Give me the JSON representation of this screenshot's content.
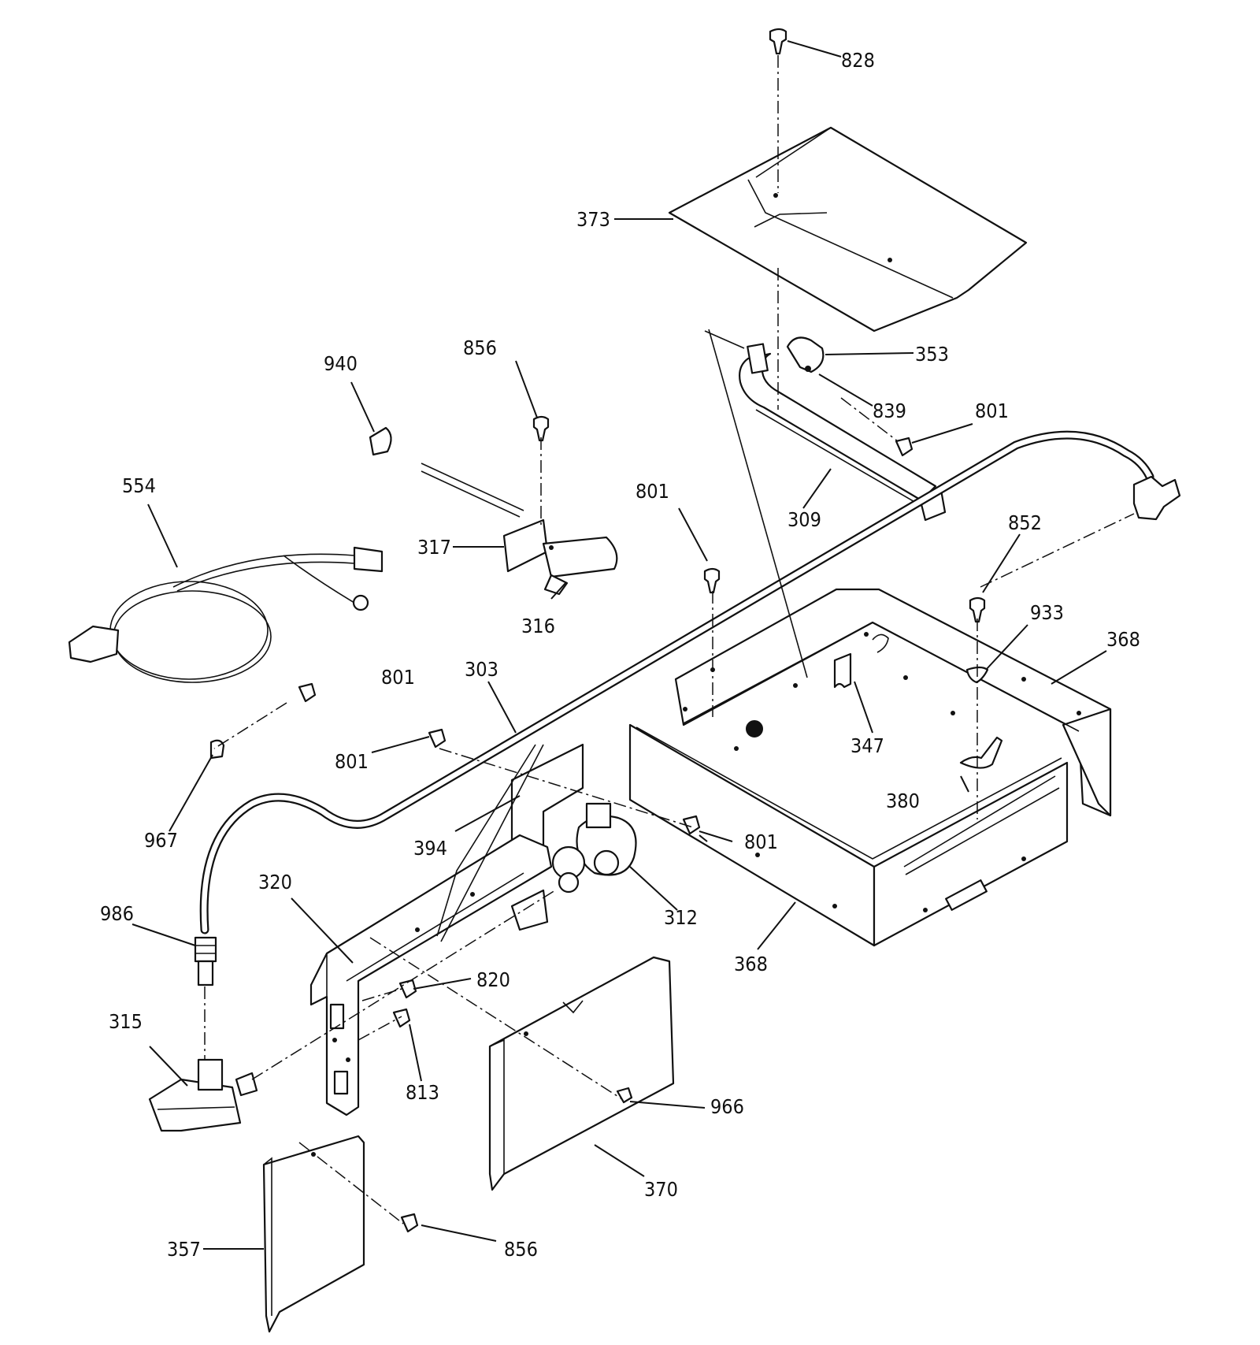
{
  "callouts": [
    {
      "id": "c828",
      "label": "828"
    },
    {
      "id": "c373",
      "label": "373"
    },
    {
      "id": "c353",
      "label": "353"
    },
    {
      "id": "c839",
      "label": "839"
    },
    {
      "id": "c801a",
      "label": "801"
    },
    {
      "id": "c309",
      "label": "309"
    },
    {
      "id": "c856a",
      "label": "856"
    },
    {
      "id": "c940",
      "label": "940"
    },
    {
      "id": "c554",
      "label": "554"
    },
    {
      "id": "c317",
      "label": "317"
    },
    {
      "id": "c316",
      "label": "316"
    },
    {
      "id": "c801b",
      "label": "801"
    },
    {
      "id": "c852",
      "label": "852"
    },
    {
      "id": "c933",
      "label": "933"
    },
    {
      "id": "c368a",
      "label": "368"
    },
    {
      "id": "c303",
      "label": "303"
    },
    {
      "id": "c801c",
      "label": "801"
    },
    {
      "id": "c801d",
      "label": "801"
    },
    {
      "id": "c347",
      "label": "347"
    },
    {
      "id": "c967",
      "label": "967"
    },
    {
      "id": "c394",
      "label": "394"
    },
    {
      "id": "c801e",
      "label": "801"
    },
    {
      "id": "c380",
      "label": "380"
    },
    {
      "id": "c320",
      "label": "320"
    },
    {
      "id": "c312",
      "label": "312"
    },
    {
      "id": "c368b",
      "label": "368"
    },
    {
      "id": "c986",
      "label": "986"
    },
    {
      "id": "c820",
      "label": "820"
    },
    {
      "id": "c315",
      "label": "315"
    },
    {
      "id": "c813",
      "label": "813"
    },
    {
      "id": "c966",
      "label": "966"
    },
    {
      "id": "c370",
      "label": "370"
    },
    {
      "id": "c357",
      "label": "357"
    },
    {
      "id": "c856b",
      "label": "856"
    }
  ]
}
